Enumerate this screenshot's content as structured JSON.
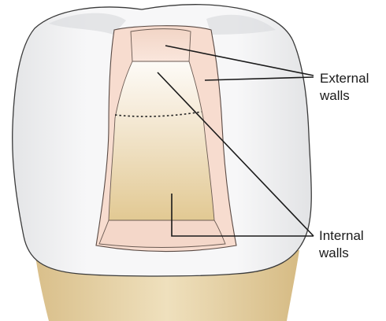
{
  "labels": {
    "external": {
      "line1": "External",
      "line2": "walls"
    },
    "internal": {
      "line1": "Internal",
      "line2": "walls"
    }
  },
  "colors": {
    "tooth_outline": "#3a3a3a",
    "enamel": "#f4f4f5",
    "enamel_shadow": "#d9dadc",
    "root": "#e6d3a8",
    "cavity_wall": "#f7dccf",
    "cavity_floor_top": "#fbf6ee",
    "cavity_floor_bottom": "#e6cf9d",
    "leader_line": "#1a1a1a"
  }
}
